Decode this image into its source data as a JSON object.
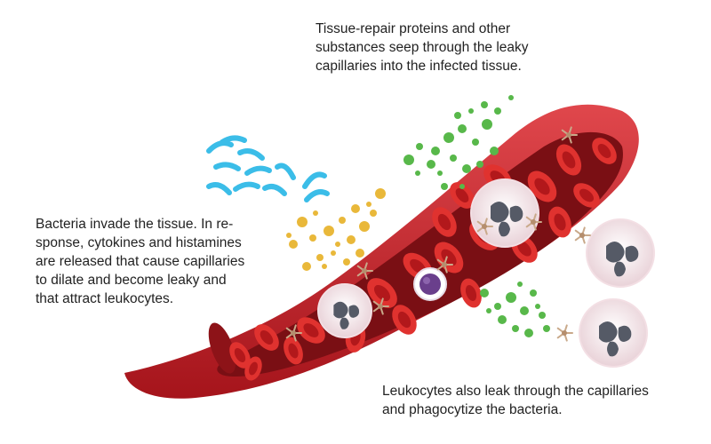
{
  "captions": {
    "top": [
      "Tissue-repair proteins and other",
      "substances seep through the leaky",
      "capillaries into the infected tissue."
    ],
    "left": [
      "Bacteria invade the tissue. In re-",
      "sponse, cytokines and histamines",
      "are released that cause capillaries",
      "to dilate and become leaky and",
      "that attract leukocytes."
    ],
    "bottom": [
      "Leukocytes also leak through the capillaries",
      "and phagocytize the bacteria."
    ]
  },
  "colors": {
    "vessel_outer": "#c8232c",
    "vessel_inner": "#7a0f14",
    "red_cell": "#e0322f",
    "bacteria": "#3bbde8",
    "cytokines": "#e9b83a",
    "proteins": "#58b84a",
    "leukocyte": "#f1e2e6",
    "leukocyte_nucleus": "#555a66",
    "mast_cell": "#6a3f8c"
  }
}
